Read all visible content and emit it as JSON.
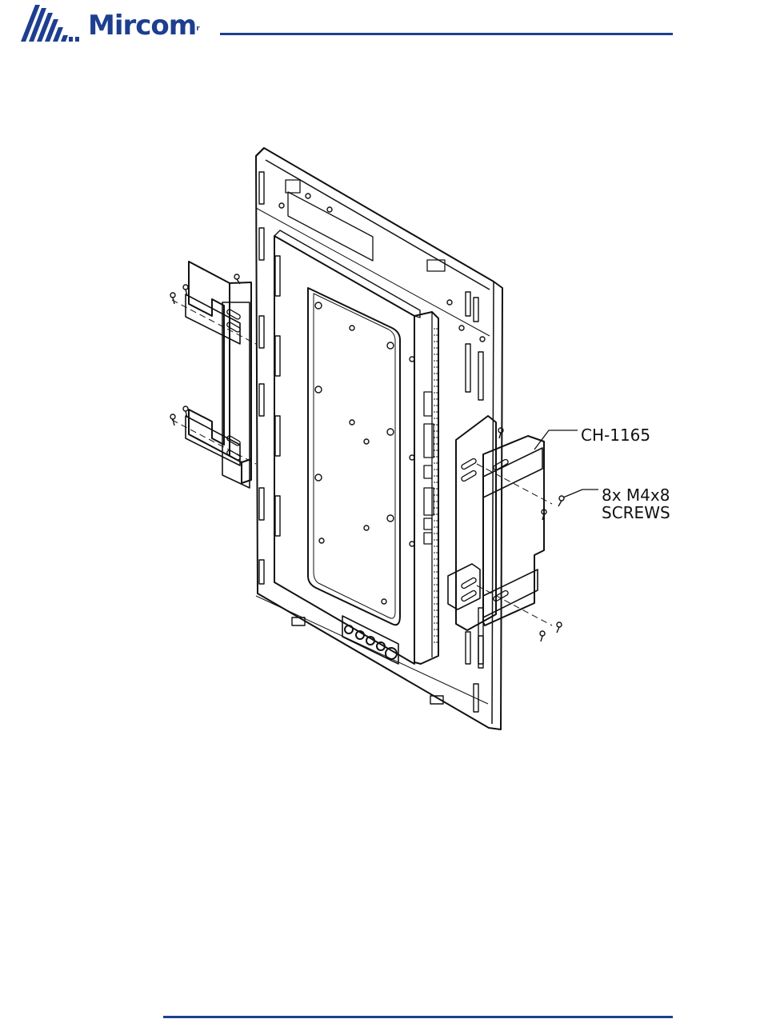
{
  "header": {
    "logo_text": "Mircom",
    "logo_mark": "r",
    "brand_color": "#1e3f8f"
  },
  "figure": {
    "callouts": {
      "bracket_label": "CH-1165",
      "screws_line1": "8x M4x8",
      "screws_line2": "SCREWS"
    }
  }
}
